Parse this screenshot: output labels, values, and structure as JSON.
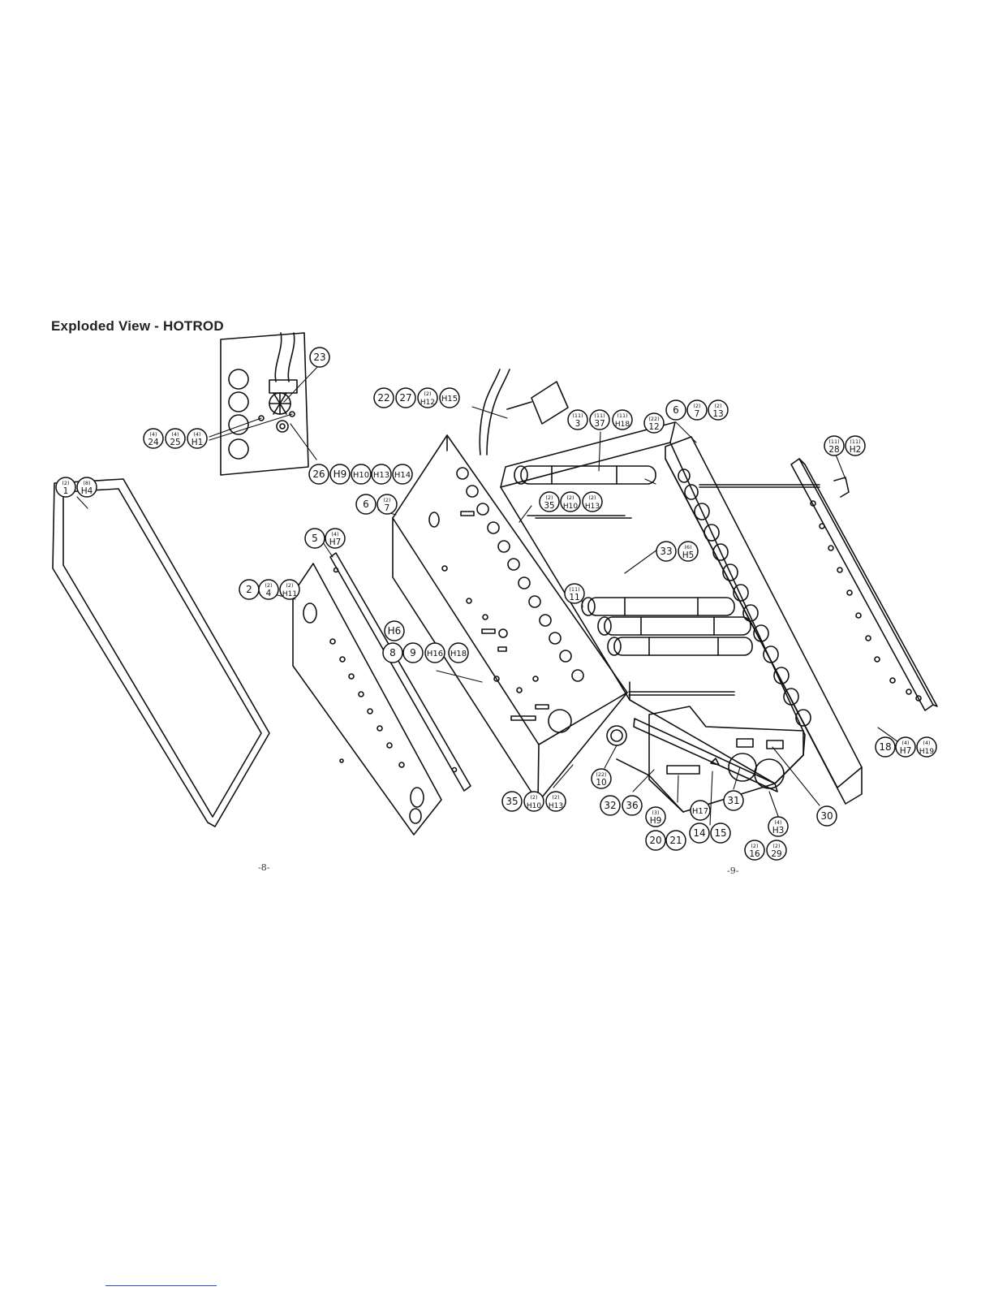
{
  "title": "Exploded View - HOTROD",
  "page_left": "-8-",
  "page_right": "-9-",
  "colors": {
    "line": "#111111",
    "footer_rule": "#2a46e0"
  },
  "callouts": [
    {
      "id": "c1",
      "label": "1",
      "qty": "(2)"
    },
    {
      "id": "cH4a",
      "label": "H4",
      "qty": "(8)"
    },
    {
      "id": "c2",
      "label": "2",
      "qty": ""
    },
    {
      "id": "c4",
      "label": "4",
      "qty": "(2)"
    },
    {
      "id": "cH11",
      "label": "H11",
      "qty": "(2)"
    },
    {
      "id": "c5",
      "label": "5",
      "qty": ""
    },
    {
      "id": "cH7a",
      "label": "H7",
      "qty": "(4)"
    },
    {
      "id": "c6a",
      "label": "6",
      "qty": ""
    },
    {
      "id": "c7a",
      "label": "7",
      "qty": "(2)"
    },
    {
      "id": "cH6",
      "label": "H6",
      "qty": ""
    },
    {
      "id": "c8",
      "label": "8",
      "qty": ""
    },
    {
      "id": "c9",
      "label": "9",
      "qty": ""
    },
    {
      "id": "cH16",
      "label": "H16",
      "qty": ""
    },
    {
      "id": "cH18a",
      "label": "H18",
      "qty": ""
    },
    {
      "id": "c23",
      "label": "23",
      "qty": ""
    },
    {
      "id": "c24",
      "label": "24",
      "qty": "(4)"
    },
    {
      "id": "c25",
      "label": "25",
      "qty": "(4)"
    },
    {
      "id": "cH1",
      "label": "H1",
      "qty": "(4)"
    },
    {
      "id": "c26",
      "label": "26",
      "qty": ""
    },
    {
      "id": "cH9a",
      "label": "H9",
      "qty": ""
    },
    {
      "id": "cH10a",
      "label": "H10",
      "qty": ""
    },
    {
      "id": "cH13a",
      "label": "H13",
      "qty": ""
    },
    {
      "id": "cH14",
      "label": "H14",
      "qty": ""
    },
    {
      "id": "c22",
      "label": "22",
      "qty": ""
    },
    {
      "id": "c27",
      "label": "27",
      "qty": ""
    },
    {
      "id": "cH12",
      "label": "H12",
      "qty": "(2)"
    },
    {
      "id": "cH15",
      "label": "H15",
      "qty": ""
    },
    {
      "id": "c3",
      "label": "3",
      "qty": "(11)"
    },
    {
      "id": "c37",
      "label": "37",
      "qty": "(11)"
    },
    {
      "id": "cH18b",
      "label": "H18",
      "qty": "(11)"
    },
    {
      "id": "c12",
      "label": "12",
      "qty": "(22)"
    },
    {
      "id": "c6b",
      "label": "6",
      "qty": ""
    },
    {
      "id": "c7b",
      "label": "7",
      "qty": "(2)"
    },
    {
      "id": "c13",
      "label": "13",
      "qty": "(2)"
    },
    {
      "id": "c28",
      "label": "28",
      "qty": "(11)"
    },
    {
      "id": "cH2",
      "label": "H2",
      "qty": "(11)"
    },
    {
      "id": "c35a",
      "label": "35",
      "qty": "(2)"
    },
    {
      "id": "cH10b",
      "label": "H10",
      "qty": "(2)"
    },
    {
      "id": "cH13b",
      "label": "H13",
      "qty": "(2)"
    },
    {
      "id": "c33",
      "label": "33",
      "qty": ""
    },
    {
      "id": "cH5",
      "label": "H5",
      "qty": "(6)"
    },
    {
      "id": "c11",
      "label": "11",
      "qty": "(11)"
    },
    {
      "id": "c18",
      "label": "18",
      "qty": ""
    },
    {
      "id": "cH7b",
      "label": "H7",
      "qty": "(4)"
    },
    {
      "id": "cH19",
      "label": "H19",
      "qty": "(4)"
    },
    {
      "id": "c35b",
      "label": "35",
      "qty": ""
    },
    {
      "id": "cH10c",
      "label": "H10",
      "qty": "(2)"
    },
    {
      "id": "cH13c",
      "label": "H13",
      "qty": "(2)"
    },
    {
      "id": "c10",
      "label": "10",
      "qty": "(22)"
    },
    {
      "id": "c32",
      "label": "32",
      "qty": ""
    },
    {
      "id": "c36",
      "label": "36",
      "qty": ""
    },
    {
      "id": "cH9b",
      "label": "H9",
      "qty": "(3)"
    },
    {
      "id": "c20",
      "label": "20",
      "qty": ""
    },
    {
      "id": "c21",
      "label": "21",
      "qty": ""
    },
    {
      "id": "cH17",
      "label": "H17",
      "qty": ""
    },
    {
      "id": "c14",
      "label": "14",
      "qty": ""
    },
    {
      "id": "c15",
      "label": "15",
      "qty": ""
    },
    {
      "id": "c31",
      "label": "31",
      "qty": ""
    },
    {
      "id": "cH3",
      "label": "H3",
      "qty": "(4)"
    },
    {
      "id": "c16",
      "label": "16",
      "qty": "(2)"
    },
    {
      "id": "c29",
      "label": "29",
      "qty": "(2)"
    },
    {
      "id": "c30",
      "label": "30",
      "qty": ""
    }
  ]
}
